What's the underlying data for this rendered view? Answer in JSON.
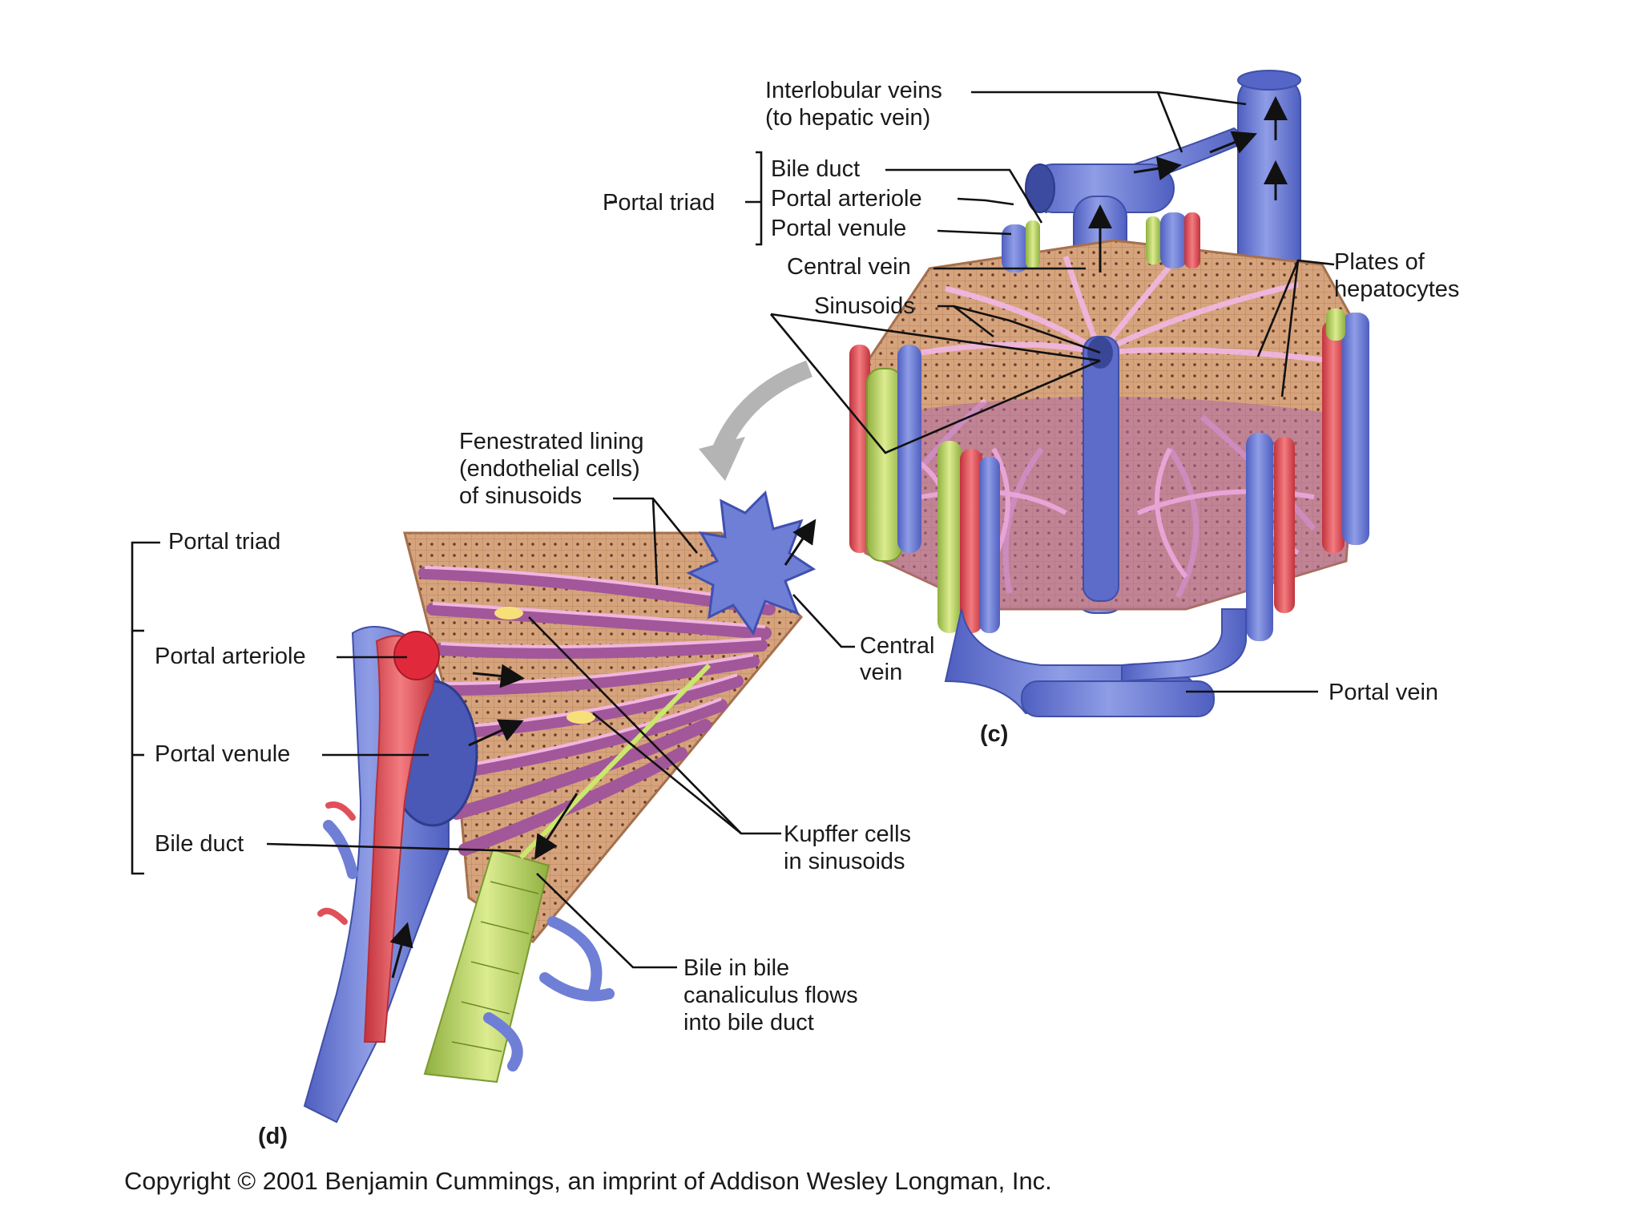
{
  "panel_c": {
    "interlobular_veins": [
      "Interlobular veins",
      "(to hepatic vein)"
    ],
    "portal_triad": "Portal triad",
    "bile_duct": "Bile duct",
    "portal_arteriole": "Portal arteriole",
    "portal_venule": "Portal venule",
    "central_vein": "Central vein",
    "sinusoids": "Sinusoids",
    "plates_of_hepatocytes": [
      "Plates of",
      "hepatocytes"
    ],
    "portal_vein": "Portal vein",
    "panel_letter": "(c)"
  },
  "panel_d": {
    "fenestrated_lining": [
      "Fenestrated lining",
      "(endothelial cells)",
      "of sinusoids"
    ],
    "portal_triad": "Portal triad",
    "portal_arteriole": "Portal arteriole",
    "portal_venule": "Portal venule",
    "bile_duct": "Bile duct",
    "central_vein": [
      "Central",
      "vein"
    ],
    "kupffer_cells": [
      "Kupffer cells",
      "in sinusoids"
    ],
    "bile_flow": [
      "Bile in bile",
      "canaliculus flows",
      "into bile duct"
    ],
    "panel_letter": "(d)"
  },
  "copyright": "Copyright © 2001 Benjamin Cummings, an imprint of Addison Wesley Longman, Inc.",
  "colors": {
    "vein_blue": "#6f7fd6",
    "artery_red": "#e0505a",
    "bile_green": "#c2dc6a",
    "hepatocyte_tan": "#d3a47e",
    "sinusoid_purple": "#a2579a"
  }
}
